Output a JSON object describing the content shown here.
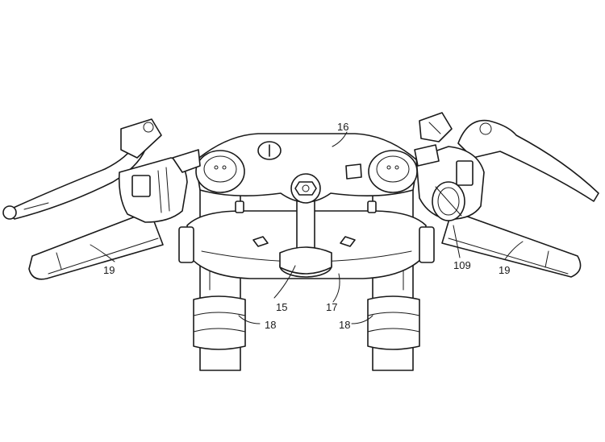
{
  "labels": {
    "top_bridge": "16",
    "lower_bridge": "17",
    "steering_stem": "15",
    "fork_tube_left": "18",
    "fork_tube_right": "18",
    "handlebar_left": "19",
    "handlebar_right": "19",
    "throttle_grip": "109"
  }
}
